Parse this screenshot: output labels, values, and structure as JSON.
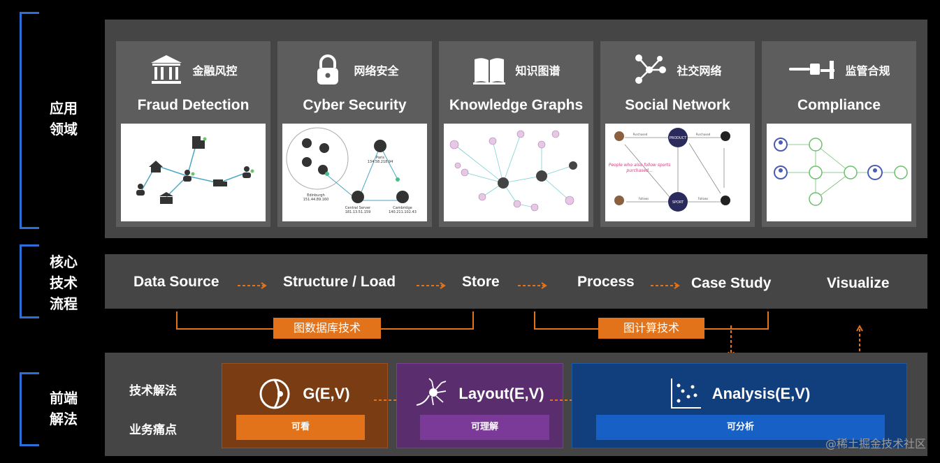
{
  "sections": {
    "application": "应用\n领域",
    "core": "核心\n技术\n流程",
    "frontend": "前端\n解法"
  },
  "cards": [
    {
      "zh": "金融风控",
      "en": "Fraud Detection",
      "icon": "bank-icon"
    },
    {
      "zh": "网络安全",
      "en": "Cyber Security",
      "icon": "padlock-icon"
    },
    {
      "zh": "知识图谱",
      "en": "Knowledge Graphs",
      "icon": "book-icon"
    },
    {
      "zh": "社交网络",
      "en": "Social Network",
      "icon": "network-icon"
    },
    {
      "zh": "监管合规",
      "en": "Compliance",
      "icon": "gavel-icon"
    }
  ],
  "thumbs": {
    "cyber": {
      "paris": "Paris",
      "paris_ip": "134.58.218.94",
      "edinburgh": "Edinburgh",
      "edinburgh_ip": "151.44.89.160",
      "central": "Central Server",
      "central_ip": "181.13.51.159",
      "cambridge": "Cambridge",
      "cambridge_ip": "140.211.102.43"
    },
    "social": {
      "product": "PRODUCT",
      "sport": "SPORT",
      "purchased": "Purchased",
      "follows": "Follows",
      "note": "People who also follow sports purchased..."
    }
  },
  "pipeline": {
    "steps": [
      "Data Source",
      "Structure / Load",
      "Store",
      "Process",
      "Case Study",
      "Visualize"
    ],
    "group1": "图数据库技术",
    "group2": "图计算技术"
  },
  "frontend": {
    "row1": "技术解法",
    "row2": "业务痛点",
    "boxes": [
      {
        "title": "G(E,V)",
        "pain": "可看",
        "color": "#7a3c12",
        "btn": "#e3731a",
        "icon": "eye-icon"
      },
      {
        "title": "Layout(E,V)",
        "pain": "可理解",
        "color": "#5a2d6e",
        "btn": "#7c3a98",
        "icon": "neuron-icon"
      },
      {
        "title": "Analysis(E,V)",
        "pain": "可分析",
        "color": "#113f7d",
        "btn": "#1761c6",
        "icon": "scatter-icon"
      }
    ]
  },
  "watermark": "@稀土掘金技术社区",
  "colors": {
    "bracket": "#2d6fd6",
    "orange": "#e3731a",
    "panel": "#454545",
    "card": "#5d5d5d"
  }
}
